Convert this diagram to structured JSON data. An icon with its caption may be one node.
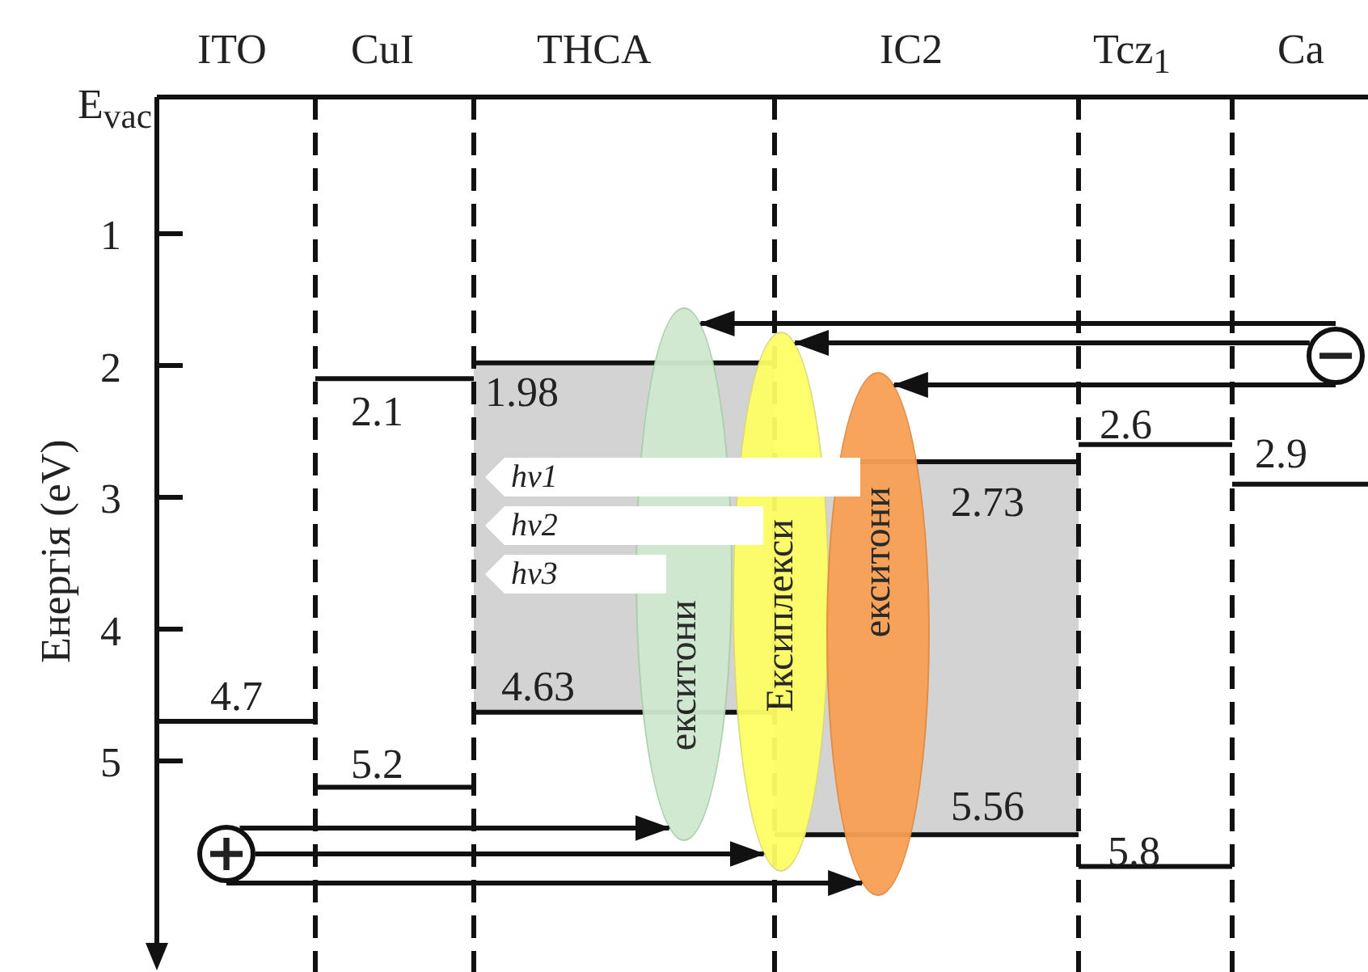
{
  "diagram": {
    "nodes": [
      {
        "text": [
          "−"
        ]
      },
      {
        "text": [
          "hv1"
        ]
      },
      {
        "text": [
          "hv2"
        ]
      },
      {
        "text": [
          "hv3"
        ]
      },
      {
        "text": [
          "екситони"
        ]
      },
      {
        "text": [
          "Ексиплекси"
        ]
      },
      {
        "text": [
          "екситони"
        ]
      },
      {
        "text": [
          "+"
        ]
      }
    ],
    "edges": [
      {
        "from": 0,
        "to": 4,
        "arrow": "to"
      },
      {
        "from": 0,
        "to": 5,
        "arrow": "to"
      },
      {
        "from": 0,
        "to": 6,
        "arrow": "to"
      },
      {
        "from": 7,
        "to": 4,
        "arrow": "to"
      },
      {
        "from": 7,
        "to": 5,
        "arrow": "to"
      },
      {
        "from": 7,
        "to": 6,
        "arrow": "to"
      }
    ],
    "labels": [
      "ITO",
      "CuI",
      "THCA",
      "IC2",
      "Tcz$_{1}$",
      "Ca",
      "E$_{vac}$",
      "1",
      "2",
      "2.1",
      "1.98",
      "2.6",
      "2.9",
      "3",
      "2.73",
      "Енергія (eV)",
      "4",
      "4.7",
      "4.63",
      "5",
      "5.2",
      "5.56",
      "5.8"
    ]
  }
}
